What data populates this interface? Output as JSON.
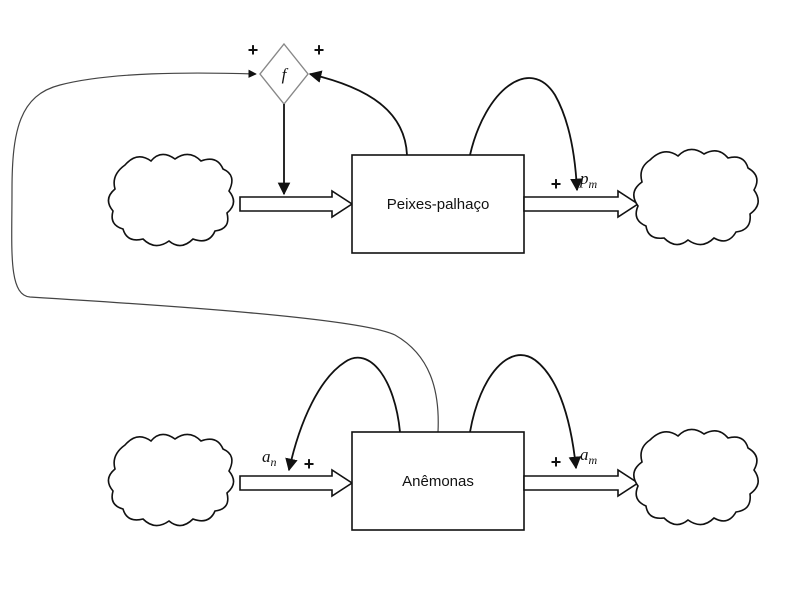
{
  "diagram": {
    "stocks": {
      "clownfish": {
        "label": "Peixes-palhaço"
      },
      "anemones": {
        "label": "Anêmonas"
      }
    },
    "converter": {
      "label": "f"
    },
    "flow_labels": {
      "clownfish_outflow": {
        "main": "p",
        "sub": "m"
      },
      "anemone_inflow": {
        "main": "a",
        "sub": "n"
      },
      "anemone_outflow": {
        "main": "a",
        "sub": "m"
      }
    },
    "signs": {
      "converter_left": "+",
      "converter_right": "+",
      "clownfish_outflow": "+",
      "anemone_inflow": "+",
      "anemone_outflow": "+"
    }
  }
}
